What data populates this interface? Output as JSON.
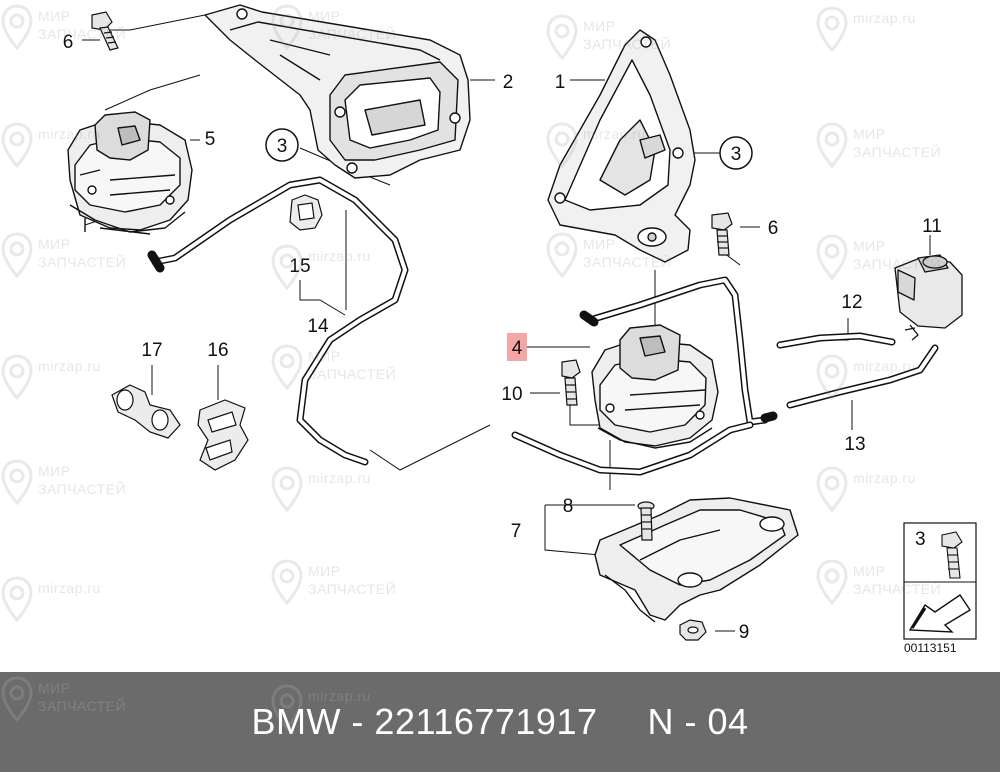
{
  "watermark": {
    "site": "mirzap.ru",
    "line1": "МИР",
    "line2": "ЗАПЧАСТЕЙ"
  },
  "callouts": {
    "c1": "1",
    "c2": "2",
    "c3a": "3",
    "c3b": "3",
    "c4": "4",
    "c5": "5",
    "c6a": "6",
    "c6b": "6",
    "c7": "7",
    "c8": "8",
    "c9": "9",
    "c10": "10",
    "c11": "11",
    "c12": "12",
    "c13": "13",
    "c14": "14",
    "c15": "15",
    "c16": "16",
    "c17": "17"
  },
  "inset": {
    "label": "3"
  },
  "reference_code": "00113151",
  "footer": {
    "part": "BMW - 22116771917",
    "ref": "N - 04"
  },
  "colors": {
    "footer_bg": "#6b6b6b",
    "highlight": "#f4a5a5",
    "line": "#111111"
  }
}
